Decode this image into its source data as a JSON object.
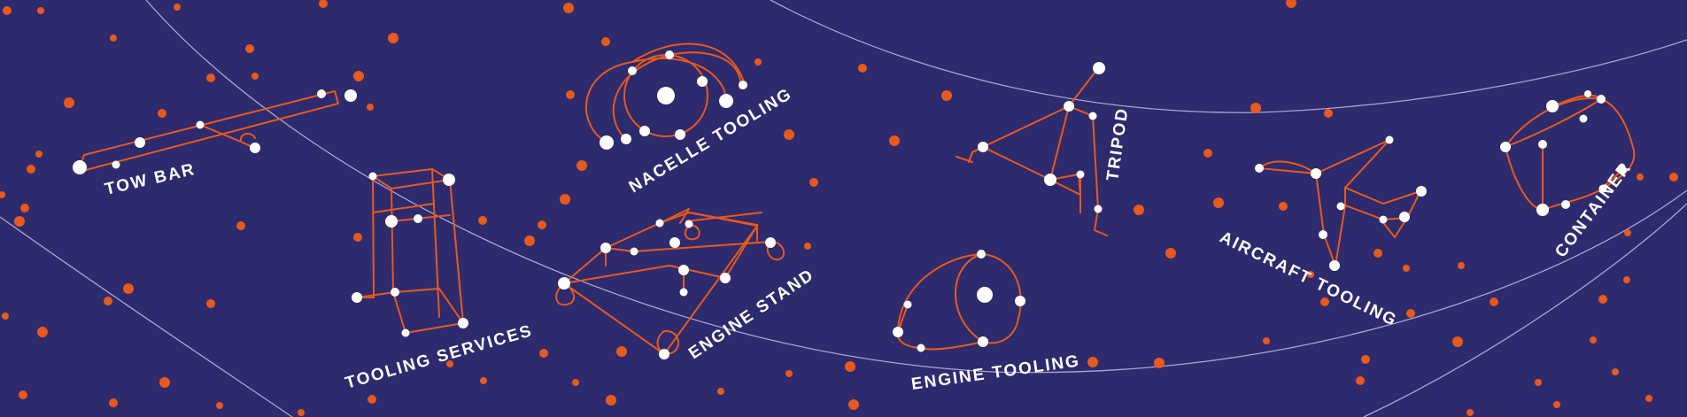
{
  "colors": {
    "background": "#2d2a6e",
    "line": "#e8591c",
    "star": "#ffffff",
    "dot": "#e8591c",
    "orbit": "#a9a7cf"
  },
  "constellations": {
    "tow_bar": {
      "label": "TOW BAR"
    },
    "tooling_services": {
      "label": "TOOLING SERVICES"
    },
    "nacelle_tooling": {
      "label": "NACELLE TOOLING"
    },
    "engine_stand": {
      "label": "ENGINE STAND"
    },
    "engine_tooling": {
      "label": "ENGINE TOOLING"
    },
    "tripod": {
      "label": "TRIPOD"
    },
    "aircraft_tooling": {
      "label": "AIRCRAFT TOOLING"
    },
    "container": {
      "label": "CONTAINER"
    }
  }
}
